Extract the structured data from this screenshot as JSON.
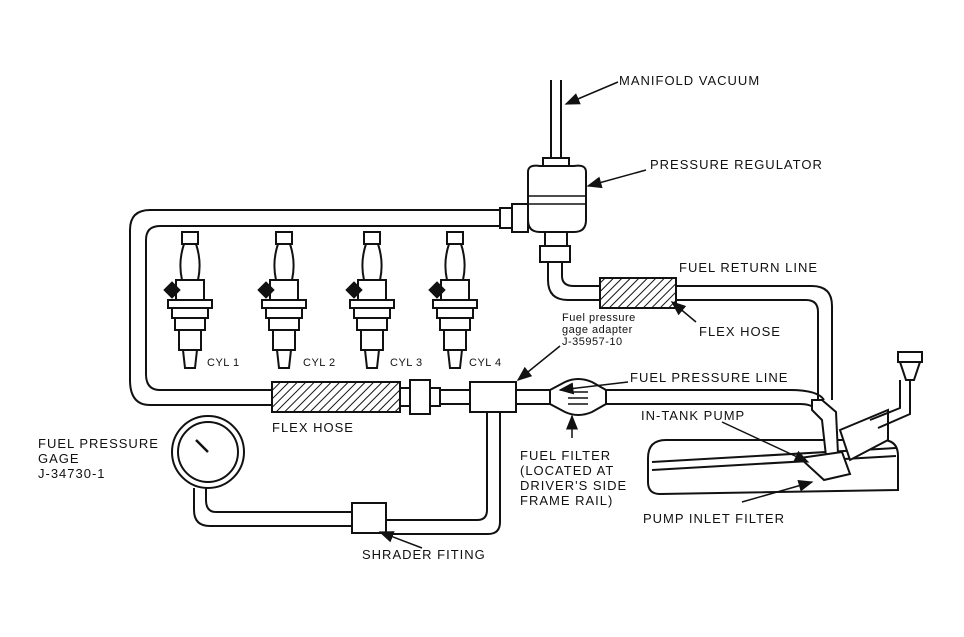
{
  "labels": {
    "manifold_vacuum": "MANIFOLD VACUUM",
    "pressure_regulator": "PRESSURE REGULATOR",
    "fuel_return_line": "FUEL RETURN LINE",
    "flex_hose_return": "FLEX HOSE",
    "gage_adapter_line1": "Fuel pressure",
    "gage_adapter_line2": "gage adapter",
    "gage_adapter_line3": "J-35957-10",
    "cyl1": "CYL 1",
    "cyl2": "CYL 2",
    "cyl3": "CYL 3",
    "cyl4": "CYL 4",
    "fuel_pressure_line": "FUEL PRESSURE LINE",
    "flex_hose_supply": "FLEX HOSE",
    "in_tank_pump": "IN-TANK PUMP",
    "fuel_pressure_gage_line1": "FUEL PRESSURE",
    "fuel_pressure_gage_line2": "GAGE",
    "fuel_pressure_gage_line3": "J-34730-1",
    "fuel_filter_line1": "FUEL FILTER",
    "fuel_filter_line2": "(LOCATED AT",
    "fuel_filter_line3": "DRIVER'S SIDE",
    "fuel_filter_line4": "FRAME RAIL)",
    "pump_inlet_filter": "PUMP INLET FILTER",
    "shrader_fitting": "SHRADER FITING"
  }
}
